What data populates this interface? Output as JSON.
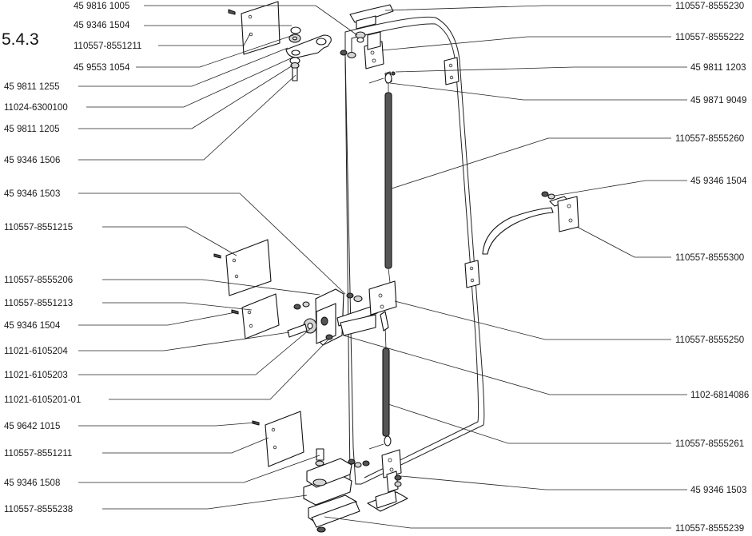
{
  "section": "5.4.3",
  "labels_left": [
    "45 9816 1005",
    "45 9346 1504",
    "110557-8551211",
    "45 9553 1054",
    "45 9811 1255",
    "11024-6300100",
    "45 9811 1205",
    "45 9346 1506",
    "45 9346 1503",
    "110557-8551215",
    "110557-8555206",
    "110557-8551213",
    "45 9346 1504",
    "11021-6105204",
    "11021-6105203",
    "11021-6105201-01",
    "45 9642 1015",
    "110557-8551211",
    "45 9346 1508",
    "110557-8555238"
  ],
  "labels_right": [
    "110557-8555230",
    "110557-8555222",
    "45 9811 1203",
    "45 9871 9049",
    "110557-8555260",
    "45 9346 1504",
    "110557-8555300",
    "110557-8555250",
    "1102-6814086",
    "110557-8555261",
    "45 9346 1503",
    "110557-8555239"
  ]
}
